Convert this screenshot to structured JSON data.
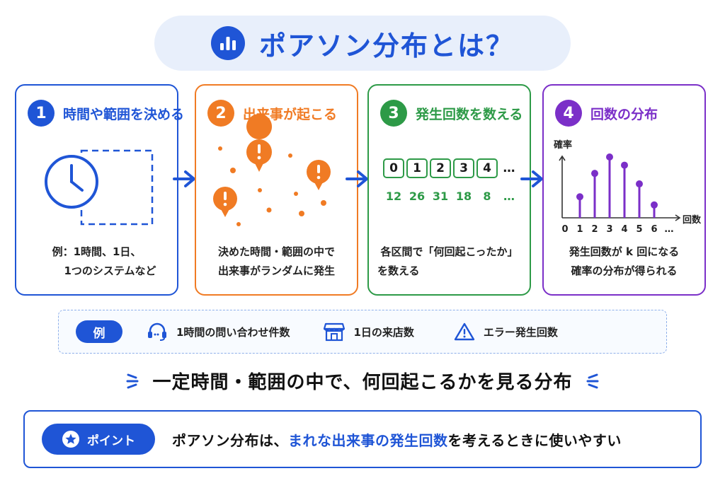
{
  "title": "ポアソン分布とは？",
  "colors": {
    "blue": "#1f55d6",
    "orange": "#f07b24",
    "green": "#2d9a47",
    "purple": "#7b2fc8"
  },
  "steps": [
    {
      "num": "1",
      "label": "時間や範囲を決める",
      "desc_line1": "例：1時間、1日、",
      "desc_line2": "1つのシステムなど",
      "icon": "clock-icon"
    },
    {
      "num": "2",
      "label": "出来事が起こる",
      "desc_line1": "決めた時間・範囲の中で",
      "desc_line2": "出来事がランダムに発生",
      "icon": "exclamation-icon"
    },
    {
      "num": "3",
      "label": "発生回数を数える",
      "desc_line1": "各区間で「何回起こったか」",
      "desc_line2": "を数える",
      "boxes": [
        "0",
        "1",
        "2",
        "3",
        "4",
        "…"
      ],
      "counts": [
        "12",
        "26",
        "31",
        "18",
        "8",
        "…"
      ]
    },
    {
      "num": "4",
      "label": "回数の分布",
      "desc_line1": "発生回数が k 回になる",
      "desc_line2": "確率の分布が得られる"
    }
  ],
  "chart_data": {
    "type": "bar",
    "ylabel": "確率",
    "xlabel": "回数",
    "categories": [
      "0",
      "1",
      "2",
      "3",
      "4",
      "5",
      "6",
      "…"
    ],
    "values": [
      0,
      0.18,
      0.38,
      0.52,
      0.45,
      0.29,
      0.11
    ]
  },
  "examples": {
    "badge": "例",
    "items": [
      {
        "label": "1時間の問い合わせ件数",
        "icon": "headset-icon"
      },
      {
        "label": "1日の来店数",
        "icon": "store-icon"
      },
      {
        "label": "エラー発生回数",
        "icon": "warning-icon"
      }
    ]
  },
  "tagline": "一定時間・範囲の中で、何回起こるかを見る分布",
  "point": {
    "badge": "ポイント",
    "text_before": "ポアソン分布は、",
    "text_highlight": "まれな出来事の発生回数",
    "text_after": "を考えるときに使いやすい"
  }
}
